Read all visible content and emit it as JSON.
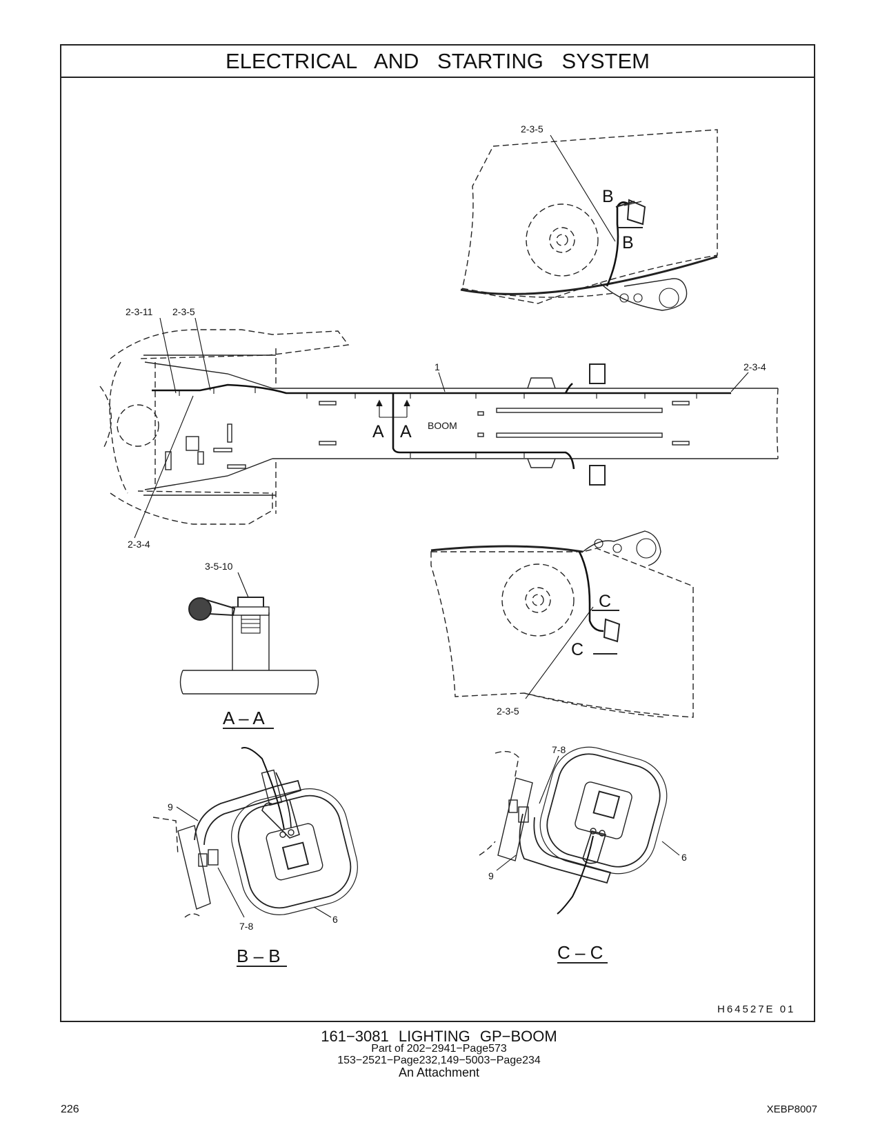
{
  "header": {
    "title": "ELECTRICAL AND STARTING SYSTEM"
  },
  "callouts": {
    "upper_view_ref": "2-3-5",
    "main_ref_11": "2-3-11",
    "main_ref_5": "2-3-5",
    "main_item_1": "1",
    "main_ref_4_right": "2-3-4",
    "main_ref_4_left": "2-3-4",
    "boom_label": "BOOM",
    "section_a_left": "A",
    "section_a_right": "A",
    "section_b_top": "B",
    "section_b_bottom": "B",
    "section_c_top": "C",
    "section_c_bottom": "C",
    "aa_ref": "3-5-10",
    "lower_view_ref": "2-3-5",
    "bb_item_9": "9",
    "bb_item_78": "7-8",
    "bb_item_6": "6",
    "cc_item_78": "7-8",
    "cc_item_6": "6",
    "cc_item_9": "9"
  },
  "sections": {
    "aa_title": "A – A",
    "bb_title": "B – B",
    "cc_title": "C – C"
  },
  "illustration_code": "H64527E  01",
  "caption": {
    "title": "161−3081  LIGHTING GP−BOOM",
    "line1": "Part of 202−2941−Page573",
    "line2": "153−2521−Page232,149−5003−Page234",
    "line3": "An Attachment"
  },
  "footer": {
    "page_number": "226",
    "document_id": "XEBP8007"
  }
}
